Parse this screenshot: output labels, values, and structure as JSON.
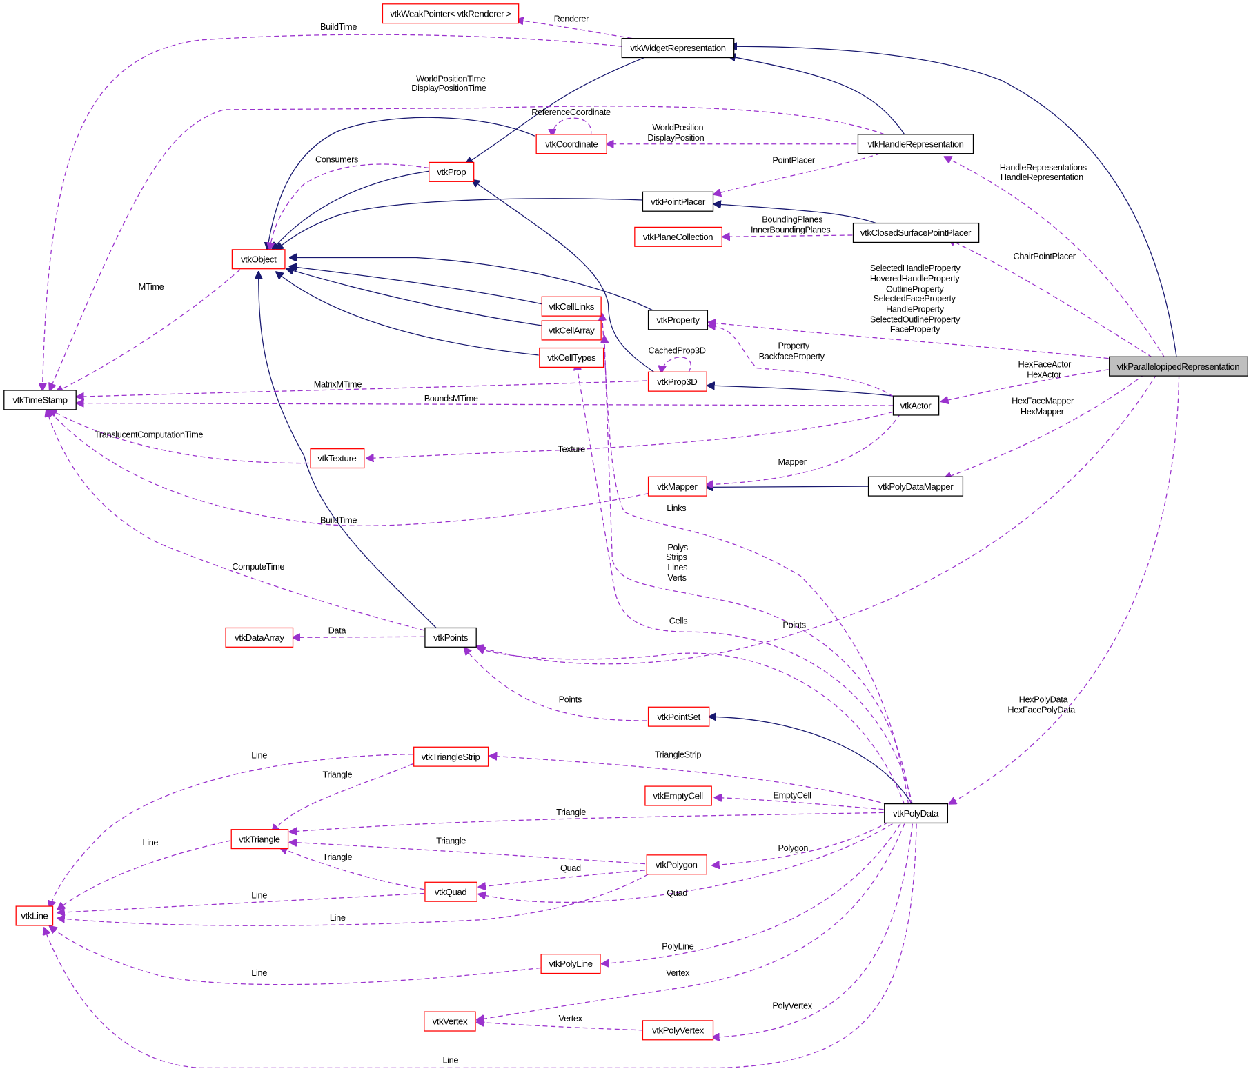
{
  "diagram": {
    "title": "vtkParallelopipedRepresentation collaboration graph",
    "colors": {
      "inheritance_edge": "#191970",
      "usage_edge": "#9a32cd",
      "documented_node_border": "#000000",
      "undocumented_node_border": "#ff0000",
      "focus_node_fill": "#bfbfbf"
    },
    "nodes": {
      "weakPointer": "vtkWeakPointer< vtkRenderer >",
      "widgetRep": "vtkWidgetRepresentation",
      "coordinate": "vtkCoordinate",
      "handleRep": "vtkHandleRepresentation",
      "prop": "vtkProp",
      "pointPlacer": "vtkPointPlacer",
      "planeCollection": "vtkPlaneCollection",
      "closedSurface": "vtkClosedSurfacePointPlacer",
      "object": "vtkObject",
      "cellLinks": "vtkCellLinks",
      "property": "vtkProperty",
      "cellArray": "vtkCellArray",
      "cellTypes": "vtkCellTypes",
      "parallelopiped": "vtkParallelopipedRepresentation",
      "prop3d": "vtkProp3D",
      "timeStamp": "vtkTimeStamp",
      "actor": "vtkActor",
      "texture": "vtkTexture",
      "mapper": "vtkMapper",
      "polyDataMapper": "vtkPolyDataMapper",
      "dataArray": "vtkDataArray",
      "points": "vtkPoints",
      "pointSet": "vtkPointSet",
      "triangleStrip": "vtkTriangleStrip",
      "emptyCell": "vtkEmptyCell",
      "polyData": "vtkPolyData",
      "triangle": "vtkTriangle",
      "polygon": "vtkPolygon",
      "quad": "vtkQuad",
      "line": "vtkLine",
      "polyLine": "vtkPolyLine",
      "vertex": "vtkVertex",
      "polyVertex": "vtkPolyVertex"
    },
    "edge_labels": {
      "renderer": "Renderer",
      "buildTimeTop": "BuildTime",
      "worldPositionTime": "WorldPositionTime",
      "displayPositionTime": "DisplayPositionTime",
      "referenceCoordinate": "ReferenceCoordinate",
      "worldPosition": "WorldPosition",
      "displayPosition": "DisplayPosition",
      "consumers": "Consumers",
      "pointPlacer": "PointPlacer",
      "handleRepresentations": "HandleRepresentations",
      "handleRepresentation": "HandleRepresentation",
      "boundingPlanes": "BoundingPlanes",
      "innerBoundingPlanes": "InnerBoundingPlanes",
      "chairPointPlacer": "ChairPointPlacer",
      "mtime": "MTime",
      "selectedHandleProperty": "SelectedHandleProperty",
      "hoveredHandleProperty": "HoveredHandleProperty",
      "outlineProperty": "OutlineProperty",
      "selectedFaceProperty": "SelectedFaceProperty",
      "handleProperty": "HandleProperty",
      "selectedOutlineProperty": "SelectedOutlineProperty",
      "faceProperty": "FaceProperty",
      "cachedProp3D": "CachedProp3D",
      "property": "Property",
      "backfaceProperty": "BackfaceProperty",
      "hexFaceActor": "HexFaceActor",
      "hexActor": "HexActor",
      "matrixMTime": "MatrixMTime",
      "boundsMTime": "BoundsMTime",
      "hexFaceMapper": "HexFaceMapper",
      "hexMapper": "HexMapper",
      "translucentComputationTime": "TranslucentComputationTime",
      "texture": "Texture",
      "mapper": "Mapper",
      "links": "Links",
      "buildTimeMapper": "BuildTime",
      "polys": "Polys",
      "strips": "Strips",
      "lines": "Lines",
      "verts": "Verts",
      "computeTime": "ComputeTime",
      "cells": "Cells",
      "pointsPolyData": "Points",
      "data": "Data",
      "pointsPointSet": "Points",
      "hexPolyData": "HexPolyData",
      "hexFacePolyData": "HexFacePolyData",
      "lineStrip": "Line",
      "triangleStrip": "TriangleStrip",
      "triangleFromStrip": "Triangle",
      "emptyCell": "EmptyCell",
      "triangleFromPolyData": "Triangle",
      "lineFromTriangle": "Line",
      "triangleFromPolygon": "Triangle",
      "polygon": "Polygon",
      "triangleFromQuad": "Triangle",
      "quadFromPolygon": "Quad",
      "lineFromQuad": "Line",
      "quadFromPolyData": "Quad",
      "lineFromPolygon": "Line",
      "polyLine": "PolyLine",
      "lineFromPolyLine": "Line",
      "vertexFromPolyData": "Vertex",
      "polyVertex": "PolyVertex",
      "vertexFromPolyVertex": "Vertex",
      "lineFromPolyData": "Line"
    }
  }
}
